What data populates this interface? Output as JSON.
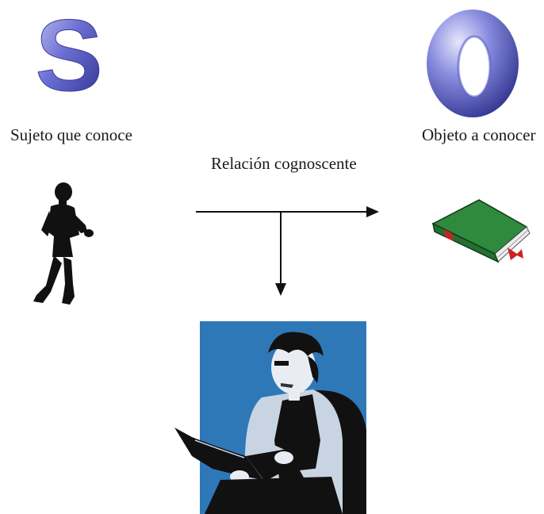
{
  "subject": {
    "letter": "S",
    "caption": "Sujeto que conoce",
    "figure_icon": "walking-person-silhouette-icon"
  },
  "object": {
    "letter": "O",
    "caption": "Objeto a conocer",
    "figure_icon": "green-book-icon"
  },
  "relation": {
    "caption": "Relación cognoscente"
  },
  "result": {
    "figure_icon": "reading-man-illustration"
  },
  "colors": {
    "letter_main": "#5a5ec8",
    "letter_shadow": "#2a2e8a",
    "book_green": "#2f8a3e",
    "book_red": "#cc2222",
    "panel_blue": "#2f78b8",
    "ink": "#111111"
  }
}
